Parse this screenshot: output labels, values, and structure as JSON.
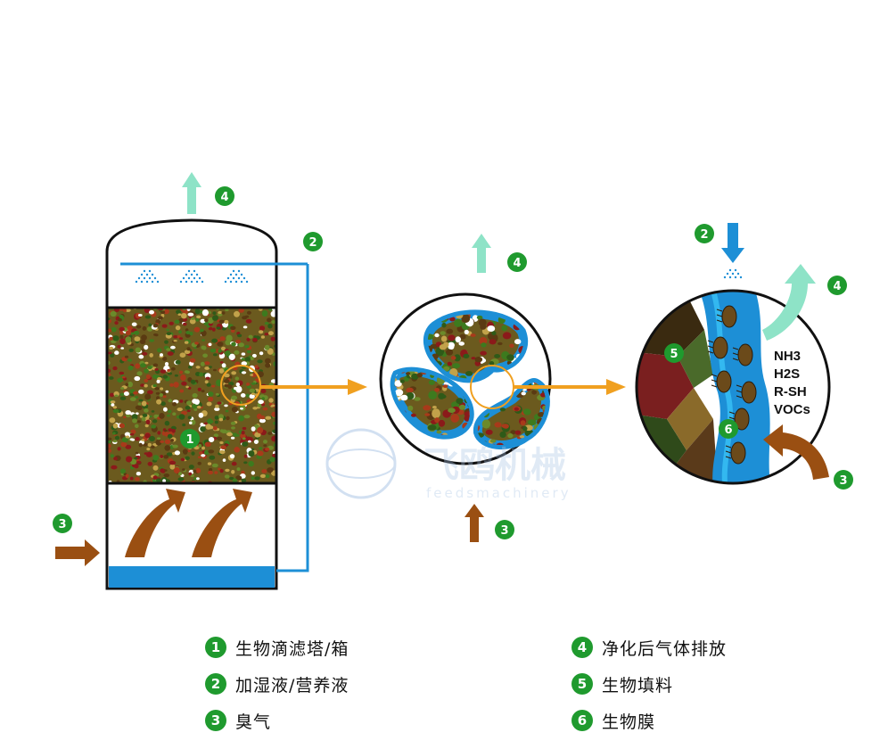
{
  "colors": {
    "badge": "#1f9a2e",
    "water": "#1d8fd6",
    "arrow_clean": "#8ee3c7",
    "arrow_odor": "#9a4f12",
    "arrow_flow": "#f0a020",
    "outline": "#111111"
  },
  "diagram": {
    "chemicals": [
      "NH3",
      "H2S",
      "R-SH",
      "VOCs"
    ],
    "watermark": {
      "brand": "飞鸥机械",
      "url": "feedsmachinery"
    },
    "markers": [
      "1",
      "2",
      "3",
      "4",
      "5",
      "6"
    ]
  },
  "legend": [
    {
      "num": "1",
      "label": "生物滴滤塔/箱"
    },
    {
      "num": "2",
      "label": "加湿液/营养液"
    },
    {
      "num": "3",
      "label": "臭气"
    },
    {
      "num": "4",
      "label": "净化后气体排放"
    },
    {
      "num": "5",
      "label": "生物填料"
    },
    {
      "num": "6",
      "label": "生物膜"
    }
  ]
}
